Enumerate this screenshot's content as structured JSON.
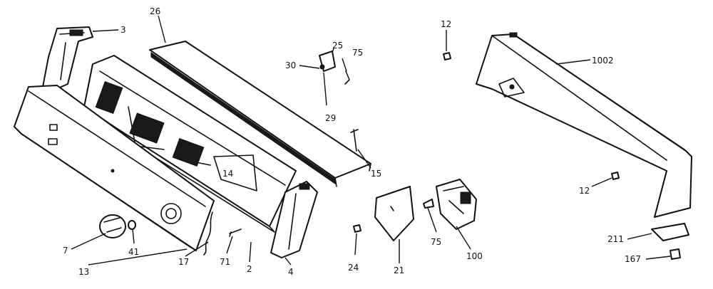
{
  "callouts": [
    {
      "id": "c3",
      "text": "3"
    },
    {
      "id": "c26",
      "text": "26"
    },
    {
      "id": "c25",
      "text": "25"
    },
    {
      "id": "c75a",
      "text": "75"
    },
    {
      "id": "c30",
      "text": "30"
    },
    {
      "id": "c29",
      "text": "29"
    },
    {
      "id": "c12a",
      "text": "12"
    },
    {
      "id": "c1002",
      "text": "1002"
    },
    {
      "id": "c15",
      "text": "15"
    },
    {
      "id": "c14",
      "text": "14"
    },
    {
      "id": "c12b",
      "text": "12"
    },
    {
      "id": "c7",
      "text": "7"
    },
    {
      "id": "c41",
      "text": "41"
    },
    {
      "id": "c13",
      "text": "13"
    },
    {
      "id": "c17",
      "text": "17"
    },
    {
      "id": "c71",
      "text": "71"
    },
    {
      "id": "c2",
      "text": "2"
    },
    {
      "id": "c4",
      "text": "4"
    },
    {
      "id": "c24",
      "text": "24"
    },
    {
      "id": "c21",
      "text": "21"
    },
    {
      "id": "c75b",
      "text": "75"
    },
    {
      "id": "c100",
      "text": "100"
    },
    {
      "id": "c211",
      "text": "211"
    },
    {
      "id": "c167",
      "text": "167"
    }
  ]
}
